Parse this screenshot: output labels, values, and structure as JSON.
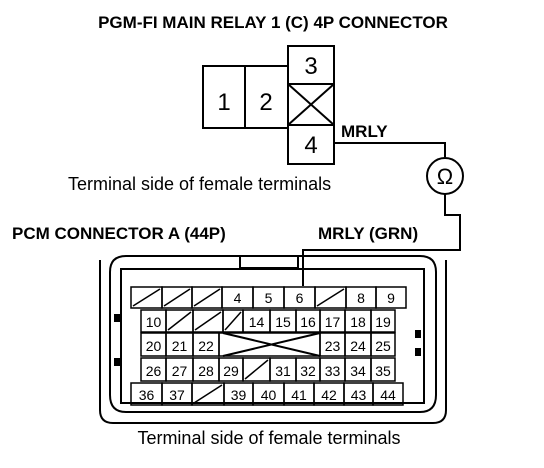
{
  "diagram": {
    "top_title": "PGM-FI MAIN RELAY 1 (C) 4P CONNECTOR",
    "relay_connector": {
      "pins": [
        "1",
        "2",
        "3",
        "4"
      ]
    },
    "mrly_label": "MRLY",
    "top_caption": "Terminal side of female terminals",
    "ohmmeter_symbol": "Ω",
    "pcm_title": "PCM CONNECTOR A (44P)",
    "pcm_wire_label": "MRLY (GRN)",
    "pcm_connector": {
      "rows": [
        [
          "",
          "",
          "",
          "4",
          "5",
          "6",
          "",
          "8",
          "9"
        ],
        [
          "10",
          "",
          "",
          "",
          "14",
          "15",
          "16",
          "17",
          "18",
          "19"
        ],
        [
          "20",
          "21",
          "22",
          "",
          "",
          "",
          "",
          "23",
          "24",
          "25"
        ],
        [
          "26",
          "27",
          "28",
          "29",
          "",
          "31",
          "32",
          "33",
          "34",
          "35"
        ],
        [
          "36",
          "37",
          "",
          "39",
          "40",
          "41",
          "42",
          "43",
          "44"
        ]
      ]
    },
    "bottom_caption": "Terminal side of female terminals"
  }
}
